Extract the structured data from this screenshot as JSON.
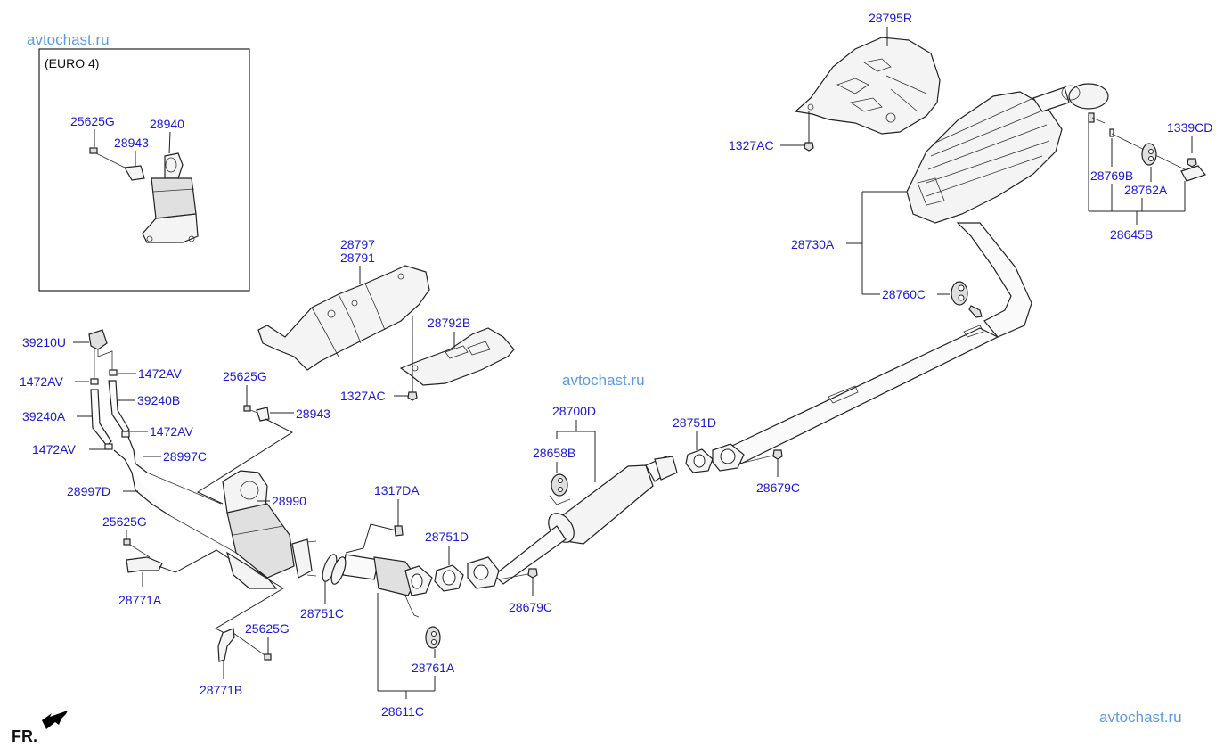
{
  "watermarks": [
    "avtochast.ru",
    "avtochast.ru",
    "avtochast.ru"
  ],
  "inset": {
    "title": "(EURO 4)",
    "labels": [
      "25625G",
      "28943",
      "28940"
    ]
  },
  "direction": {
    "label": "FR."
  },
  "labels": {
    "l28795R": "28795R",
    "l1327AC_top": "1327AC",
    "l1339CD": "1339CD",
    "l28769B": "28769B",
    "l28762A": "28762A",
    "l28645B": "28645B",
    "l28730A": "28730A",
    "l28760C": "28760C",
    "l28797": "28797",
    "l28791": "28791",
    "l28792B": "28792B",
    "l1327AC_mid": "1327AC",
    "l39210U": "39210U",
    "l1472AV_a": "1472AV",
    "l1472AV_b": "1472AV",
    "l39240B": "39240B",
    "l39240A": "39240A",
    "l1472AV_c": "1472AV",
    "l1472AV_d": "1472AV",
    "l28997C": "28997C",
    "l28997D": "28997D",
    "l25625G_a": "25625G",
    "l28943": "28943",
    "l28990": "28990",
    "l25625G_b": "25625G",
    "l28771A": "28771A",
    "l25625G_c": "25625G",
    "l28771B": "28771B",
    "l1317DA": "1317DA",
    "l28751C": "28751C",
    "l28751D_a": "28751D",
    "l28679C_a": "28679C",
    "l28761A": "28761A",
    "l28611C": "28611C",
    "l28700D": "28700D",
    "l28658B": "28658B",
    "l28751D_b": "28751D",
    "l28679C_b": "28679C"
  }
}
